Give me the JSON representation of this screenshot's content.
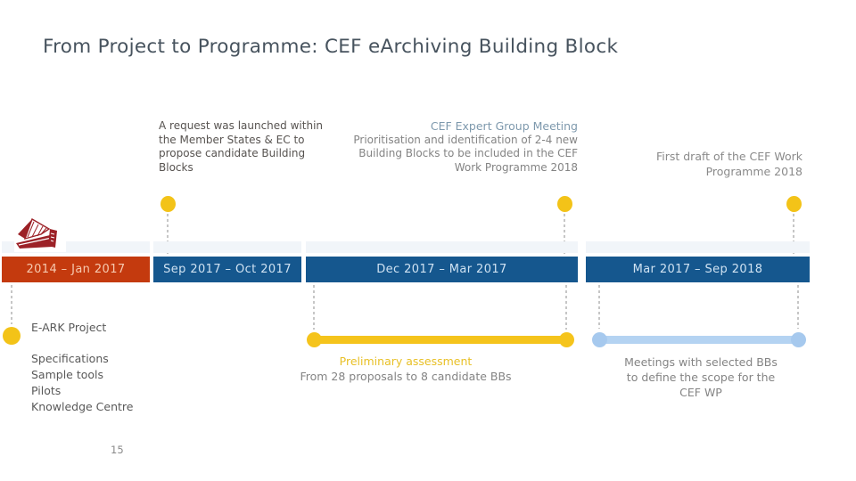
{
  "slide": {
    "title": "From Project to Programme: CEF eArchiving Building Block",
    "page_number": "15"
  },
  "notes": {
    "request_note": {
      "lines": [
        "A request was launched within",
        "the Member States & EC to",
        "propose candidate Building",
        "Blocks"
      ]
    },
    "expert_group_note": {
      "heading": "CEF Expert Group Meeting",
      "lines": [
        "Prioritisation and identification of 2-4 new",
        "Building Blocks to be included in the CEF",
        "Work Programme 2018"
      ]
    },
    "first_draft_note": {
      "lines": [
        "First draft of the CEF Work",
        "Programme 2018"
      ]
    }
  },
  "timeline": {
    "bars": [
      {
        "label": "2014 – Jan 2017"
      },
      {
        "label": "Sep 2017 – Oct 2017"
      },
      {
        "label": "Dec 2017 – Mar 2017"
      },
      {
        "label": "Mar 2017 – Sep 2018"
      }
    ]
  },
  "eark": {
    "project_label": "E-ARK Project",
    "items": [
      "Specifications",
      "Sample tools",
      "Pilots",
      "Knowledge Centre"
    ]
  },
  "assessment": {
    "heading": "Preliminary assessment",
    "detail": "From 28 proposals to 8 candidate BBs"
  },
  "meetings": {
    "lines": [
      "Meetings with selected BBs",
      "to define the scope for the",
      "CEF WP"
    ]
  },
  "colors": {
    "title": "#47535e",
    "accent_red": "#c43a0e",
    "accent_blue": "#15578e",
    "accent_yellow": "#f3c318",
    "light_blue": "#b4d3f2",
    "note_gray": "#848484",
    "note_blue": "#7e99ad",
    "logo_crimson": "#9c2127"
  }
}
